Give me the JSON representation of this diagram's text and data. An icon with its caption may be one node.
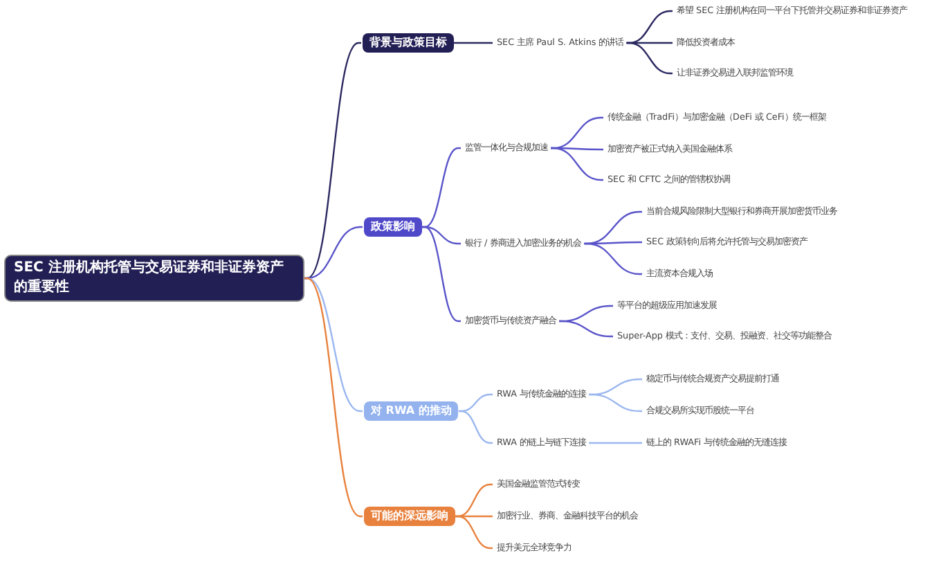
{
  "diagram": {
    "nodes": [
      {
        "text": [
          "SEC 注册机构托管与交易证券和非证券资产的重要性"
        ]
      },
      {
        "text": [
          "背景与政策目标"
        ]
      },
      {
        "text": [
          "SEC 主席 Paul S. Atkins 的讲话"
        ]
      },
      {
        "text": [
          "希望 SEC 注册机构在同一平台下托管并交易证券和非证券资产"
        ]
      },
      {
        "text": [
          "降低投资者成本"
        ]
      },
      {
        "text": [
          "让非证券交易进入联邦监管环境"
        ]
      },
      {
        "text": [
          "政策影响"
        ]
      },
      {
        "text": [
          "监管一体化与合规加速"
        ]
      },
      {
        "text": [
          "传统金融（TradFi）与加密金融（DeFi 或 CeFi）统一框架"
        ]
      },
      {
        "text": [
          "加密资产被正式纳入美国金融体系"
        ]
      },
      {
        "text": [
          "SEC 和 CFTC 之间的管辖权协调"
        ]
      },
      {
        "text": [
          "银行 / 券商进入加密业务的机会"
        ]
      },
      {
        "text": [
          "当前合规风险限制大型银行和券商开展加密货币业务"
        ]
      },
      {
        "text": [
          "SEC 政策转向后将允许托管与交易加密资产"
        ]
      },
      {
        "text": [
          "主流资本合规入场"
        ]
      },
      {
        "text": [
          "加密货币与传统资产融合"
        ]
      },
      {
        "text": [
          "等平台的超级应用加速发展"
        ]
      },
      {
        "text": [
          "Super-App 模式：支付、交易、投融资、社交等功能整合"
        ]
      },
      {
        "text": [
          "对 RWA 的推动"
        ]
      },
      {
        "text": [
          "RWA 与传统金融的连接"
        ]
      },
      {
        "text": [
          "稳定币与传统合规资产交易提前打通"
        ]
      },
      {
        "text": [
          "合规交易所实现币股统一平台"
        ]
      },
      {
        "text": [
          "RWA 的链上与链下连接"
        ]
      },
      {
        "text": [
          "链上的 RWAFi 与传统金融的无缝连接"
        ]
      },
      {
        "text": [
          "可能的深远影响"
        ]
      },
      {
        "text": [
          "美国金融监管范式转变"
        ]
      },
      {
        "text": [
          "加密行业、券商、金融科技平台的机会"
        ]
      },
      {
        "text": [
          "提升美元全球竞争力"
        ]
      }
    ],
    "edges": [
      {
        "from": 0,
        "to": 1,
        "arrow": "none",
        "color": "#2b2860"
      },
      {
        "from": 1,
        "to": 2,
        "arrow": "none",
        "color": "#2b2860"
      },
      {
        "from": 2,
        "to": 3,
        "arrow": "none",
        "color": "#2b2860"
      },
      {
        "from": 2,
        "to": 4,
        "arrow": "none",
        "color": "#2b2860"
      },
      {
        "from": 2,
        "to": 5,
        "arrow": "none",
        "color": "#2b2860"
      },
      {
        "from": 0,
        "to": 6,
        "arrow": "none",
        "color": "#5954c9"
      },
      {
        "from": 6,
        "to": 7,
        "arrow": "none",
        "color": "#5954c9"
      },
      {
        "from": 7,
        "to": 8,
        "arrow": "none",
        "color": "#5954c9"
      },
      {
        "from": 7,
        "to": 9,
        "arrow": "none",
        "color": "#5954c9"
      },
      {
        "from": 7,
        "to": 10,
        "arrow": "none",
        "color": "#5954c9"
      },
      {
        "from": 6,
        "to": 11,
        "arrow": "none",
        "color": "#5954c9"
      },
      {
        "from": 11,
        "to": 12,
        "arrow": "none",
        "color": "#5954c9"
      },
      {
        "from": 11,
        "to": 13,
        "arrow": "none",
        "color": "#5954c9"
      },
      {
        "from": 11,
        "to": 14,
        "arrow": "none",
        "color": "#5954c9"
      },
      {
        "from": 6,
        "to": 15,
        "arrow": "none",
        "color": "#5954c9"
      },
      {
        "from": 15,
        "to": 16,
        "arrow": "none",
        "color": "#5954c9"
      },
      {
        "from": 15,
        "to": 17,
        "arrow": "none",
        "color": "#5954c9"
      },
      {
        "from": 0,
        "to": 18,
        "arrow": "none",
        "color": "#9bb7ef"
      },
      {
        "from": 18,
        "to": 19,
        "arrow": "none",
        "color": "#9bb7ef"
      },
      {
        "from": 19,
        "to": 20,
        "arrow": "none",
        "color": "#9bb7ef"
      },
      {
        "from": 19,
        "to": 21,
        "arrow": "none",
        "color": "#9bb7ef"
      },
      {
        "from": 18,
        "to": 22,
        "arrow": "none",
        "color": "#9bb7ef"
      },
      {
        "from": 22,
        "to": 23,
        "arrow": "none",
        "color": "#9bb7ef"
      },
      {
        "from": 0,
        "to": 24,
        "arrow": "none",
        "color": "#e8813d"
      },
      {
        "from": 24,
        "to": 25,
        "arrow": "none",
        "color": "#e8813d"
      },
      {
        "from": 24,
        "to": 26,
        "arrow": "none",
        "color": "#e8813d"
      },
      {
        "from": 24,
        "to": 27,
        "arrow": "none",
        "color": "#e8813d"
      }
    ]
  }
}
